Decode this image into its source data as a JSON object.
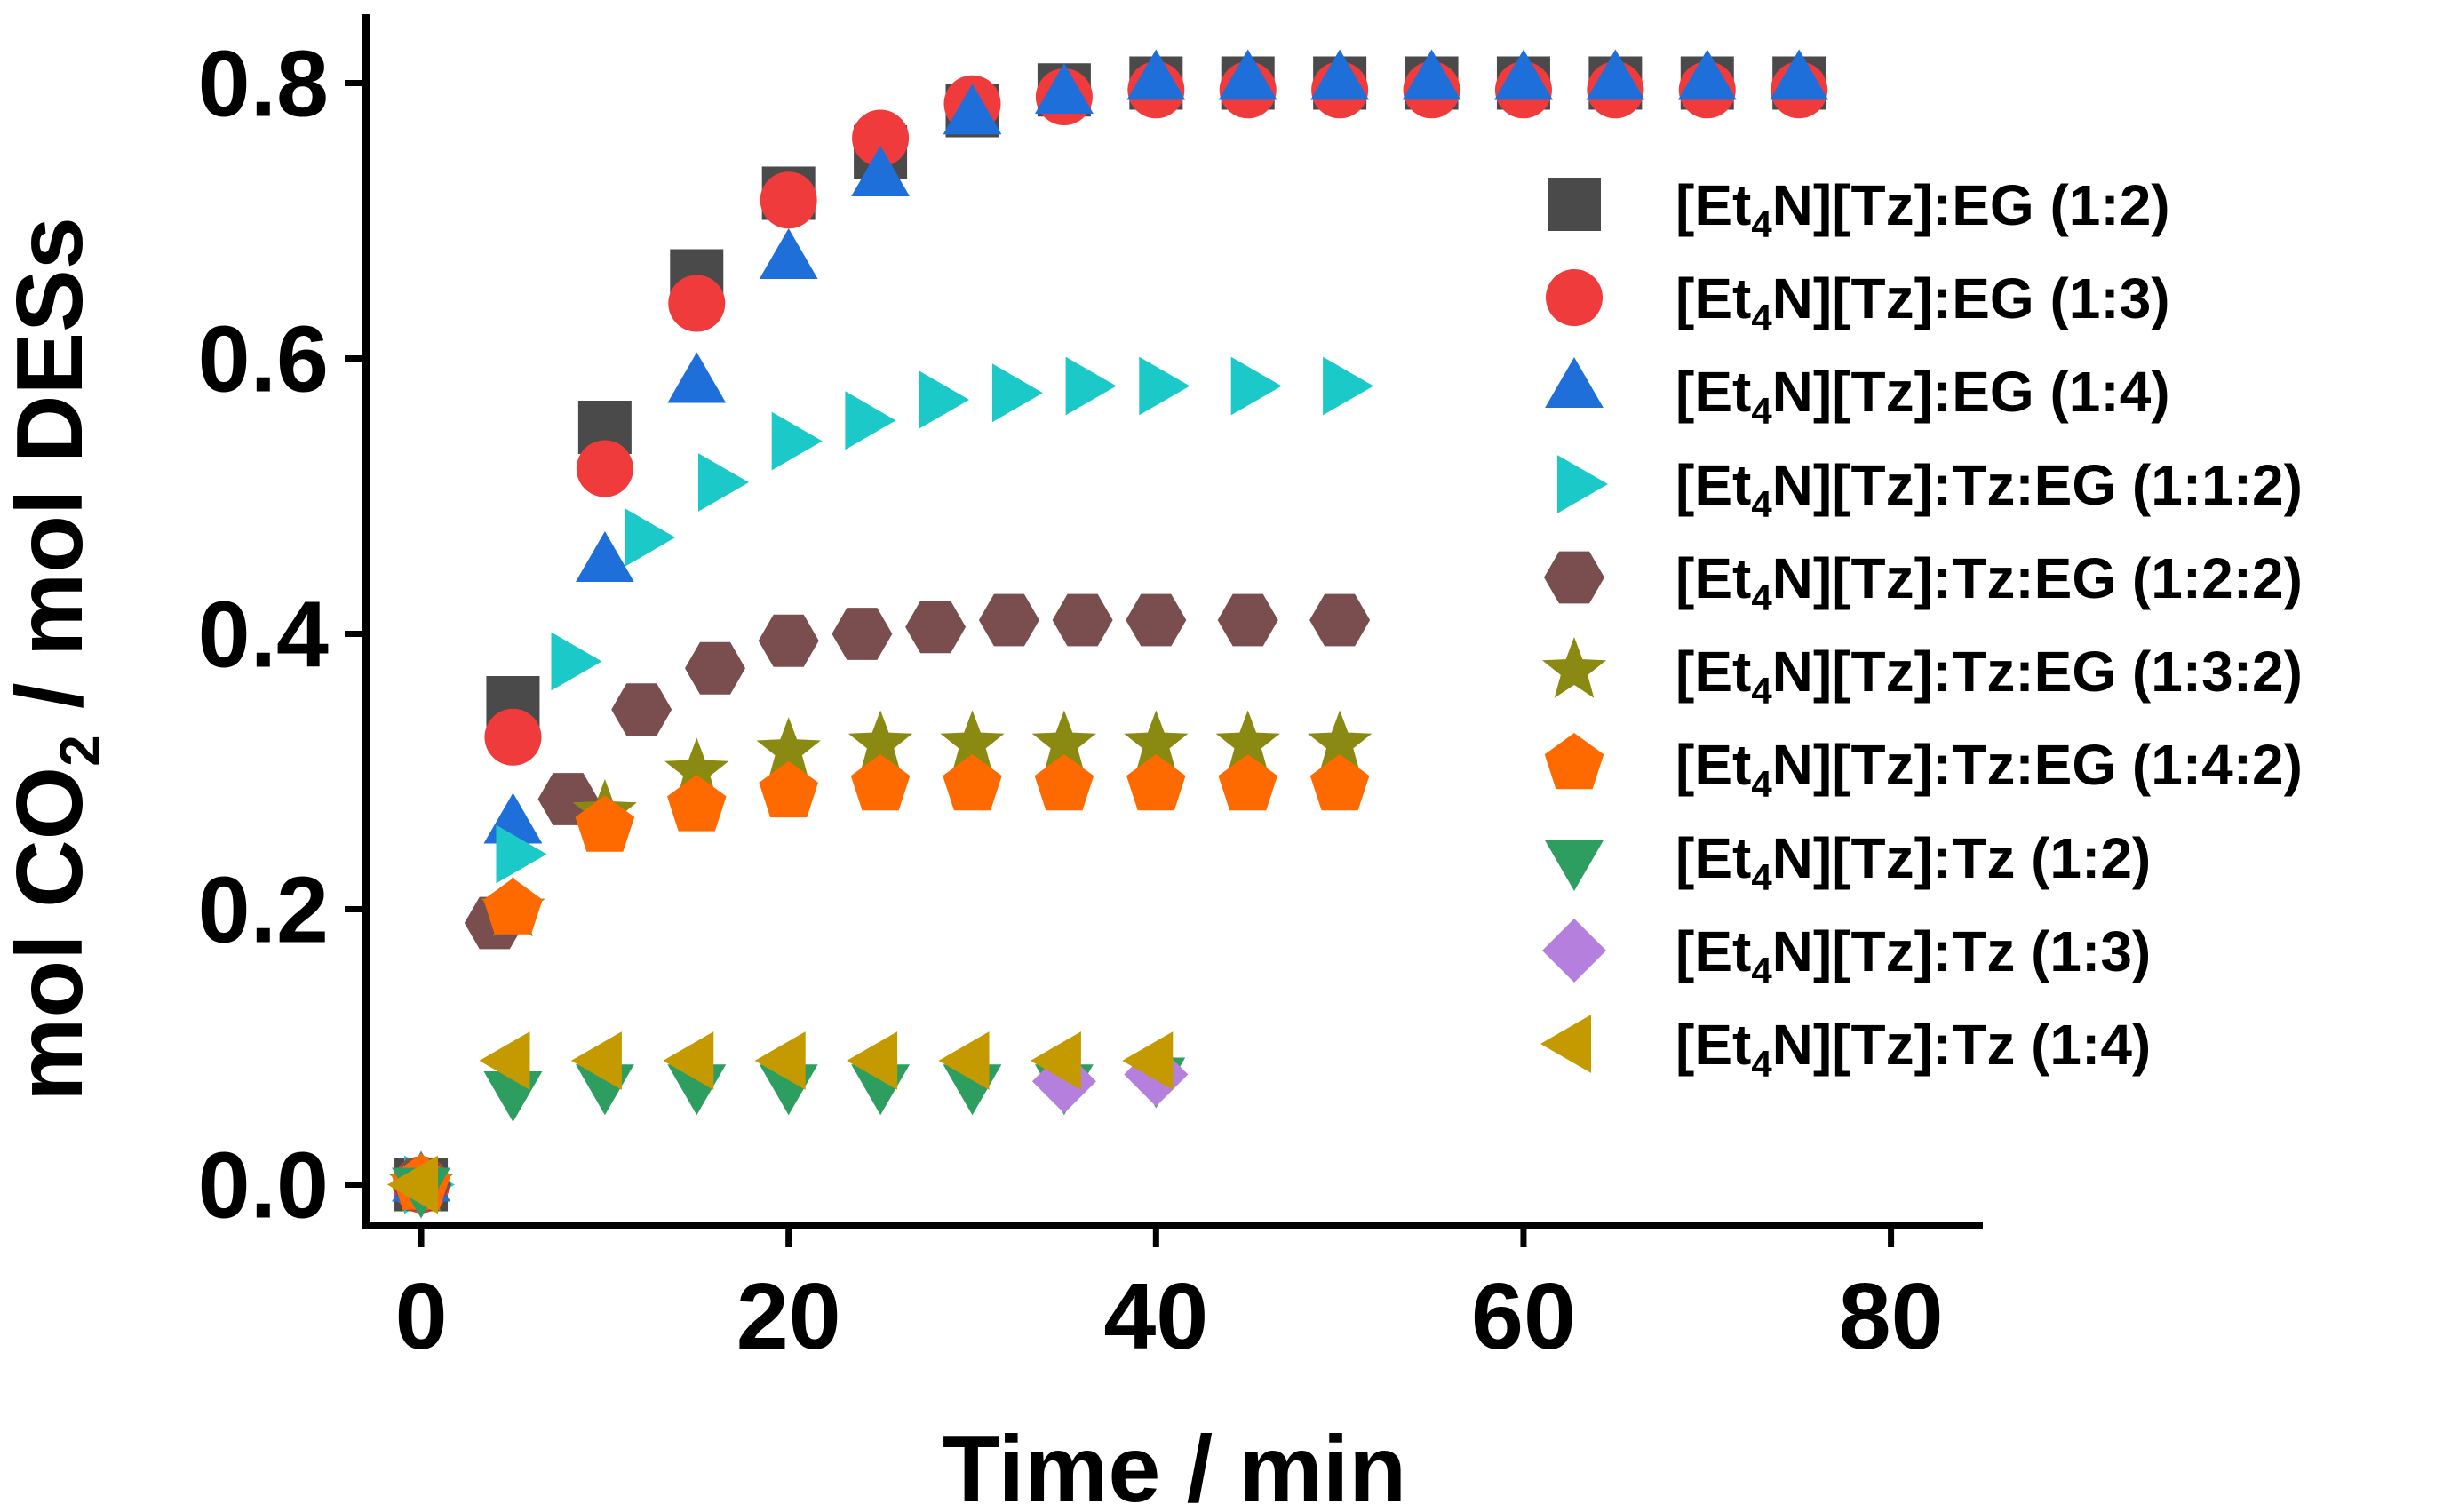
{
  "chart_data": {
    "type": "scatter",
    "xlabel": "Time / min",
    "ylabel": "mol CO2 / mol DESs",
    "ylabel_parts": {
      "before": "mol CO",
      "sub": "2",
      "after": " / mol DESs"
    },
    "xlim": [
      -3,
      85
    ],
    "ylim": [
      -0.03,
      0.85
    ],
    "xticks": [
      "0",
      "20",
      "40",
      "60",
      "80"
    ],
    "yticks": [
      "0.0",
      "0.2",
      "0.4",
      "0.6",
      "0.8"
    ],
    "grid": false,
    "legend_position": "right",
    "series": [
      {
        "name": "[Et4N][Tz]:EG (1:2)",
        "label": {
          "pre": "[Et",
          "sub": "4",
          "post": "N][Tz]:EG (1:2)"
        },
        "marker": "square",
        "color": "#4a4a4a",
        "x": [
          0,
          5,
          10,
          15,
          20,
          25,
          30,
          35,
          40,
          45,
          50,
          55,
          60,
          65,
          70,
          75
        ],
        "y": [
          0,
          0.35,
          0.55,
          0.66,
          0.72,
          0.75,
          0.78,
          0.795,
          0.8,
          0.8,
          0.8,
          0.8,
          0.8,
          0.8,
          0.8,
          0.8
        ]
      },
      {
        "name": "[Et4N][Tz]:EG (1:3)",
        "label": {
          "pre": "[Et",
          "sub": "4",
          "post": "N][Tz]:EG (1:3)"
        },
        "marker": "circle",
        "color": "#ef3b3b",
        "x": [
          0,
          5,
          10,
          15,
          20,
          25,
          30,
          35,
          40,
          45,
          50,
          55,
          60,
          65,
          70,
          75
        ],
        "y": [
          0,
          0.325,
          0.52,
          0.64,
          0.715,
          0.76,
          0.785,
          0.79,
          0.795,
          0.795,
          0.795,
          0.795,
          0.795,
          0.795,
          0.795,
          0.795
        ]
      },
      {
        "name": "[Et4N][Tz]:EG (1:4)",
        "label": {
          "pre": "[Et",
          "sub": "4",
          "post": "N][Tz]:EG (1:4)"
        },
        "marker": "triangle-up",
        "color": "#1f6fdb",
        "x": [
          0,
          5,
          10,
          15,
          20,
          25,
          30,
          35,
          40,
          45,
          50,
          55,
          60,
          65,
          70,
          75
        ],
        "y": [
          0,
          0.26,
          0.45,
          0.58,
          0.67,
          0.73,
          0.775,
          0.79,
          0.8,
          0.8,
          0.8,
          0.8,
          0.8,
          0.8,
          0.8,
          0.8
        ]
      },
      {
        "name": "[Et4N][Tz]:Tz:EG (1:1:2)",
        "label": {
          "pre": "[Et",
          "sub": "4",
          "post": "N][Tz]:Tz:EG (1:1:2)"
        },
        "marker": "triangle-right",
        "color": "#1cc9c9",
        "x": [
          0,
          5,
          8,
          12,
          16,
          20,
          24,
          28,
          32,
          36,
          40,
          45,
          50
        ],
        "y": [
          0,
          0.24,
          0.38,
          0.47,
          0.51,
          0.54,
          0.555,
          0.57,
          0.575,
          0.58,
          0.58,
          0.58,
          0.58
        ]
      },
      {
        "name": "[Et4N][Tz]:Tz:EG (1:2:2)",
        "label": {
          "pre": "[Et",
          "sub": "4",
          "post": "N][Tz]:Tz:EG (1:2:2)"
        },
        "marker": "hexagon",
        "color": "#7a4e4e",
        "x": [
          0,
          4,
          8,
          12,
          16,
          20,
          24,
          28,
          32,
          36,
          40,
          45,
          50
        ],
        "y": [
          0,
          0.19,
          0.28,
          0.345,
          0.375,
          0.395,
          0.4,
          0.405,
          0.41,
          0.41,
          0.41,
          0.41,
          0.41
        ]
      },
      {
        "name": "[Et4N][Tz]:Tz:EG (1:3:2)",
        "label": {
          "pre": "[Et",
          "sub": "4",
          "post": "N][Tz]:Tz:EG (1:3:2)"
        },
        "marker": "star",
        "color": "#8a8a12",
        "x": [
          0,
          5,
          10,
          15,
          20,
          25,
          30,
          35,
          40,
          45,
          50
        ],
        "y": [
          0,
          0.2,
          0.27,
          0.3,
          0.315,
          0.32,
          0.32,
          0.32,
          0.32,
          0.32,
          0.32
        ]
      },
      {
        "name": "[Et4N][Tz]:Tz:EG (1:4:2)",
        "label": {
          "pre": "[Et",
          "sub": "4",
          "post": "N][Tz]:Tz:EG (1:4:2)"
        },
        "marker": "pentagon",
        "color": "#ff6a00",
        "x": [
          0,
          5,
          10,
          15,
          20,
          25,
          30,
          35,
          40,
          45,
          50
        ],
        "y": [
          0,
          0.2,
          0.26,
          0.275,
          0.285,
          0.29,
          0.29,
          0.29,
          0.29,
          0.29,
          0.29
        ]
      },
      {
        "name": "[Et4N][Tz]:Tz (1:2)",
        "label": {
          "pre": "[Et",
          "sub": "4",
          "post": "N][Tz]:Tz (1:2)"
        },
        "marker": "triangle-down",
        "color": "#2e9e60",
        "x": [
          0,
          5,
          10,
          15,
          20,
          25,
          30,
          35,
          40
        ],
        "y": [
          0,
          0.07,
          0.075,
          0.075,
          0.075,
          0.075,
          0.075,
          0.075,
          0.08
        ]
      },
      {
        "name": "[Et4N][Tz]:Tz (1:3)",
        "label": {
          "pre": "[Et",
          "sub": "4",
          "post": "N][Tz]:Tz (1:3)"
        },
        "marker": "diamond",
        "color": "#b580dd",
        "x": [
          35,
          40
        ],
        "y": [
          0.075,
          0.08
        ]
      },
      {
        "name": "[Et4N][Tz]:Tz (1:4)",
        "label": {
          "pre": "[Et",
          "sub": "4",
          "post": "N][Tz]:Tz (1:4)"
        },
        "marker": "triangle-left",
        "color": "#c49a00",
        "x": [
          0,
          5,
          10,
          15,
          20,
          25,
          30,
          35,
          40
        ],
        "y": [
          0,
          0.09,
          0.09,
          0.09,
          0.09,
          0.09,
          0.09,
          0.09,
          0.09
        ]
      }
    ]
  }
}
